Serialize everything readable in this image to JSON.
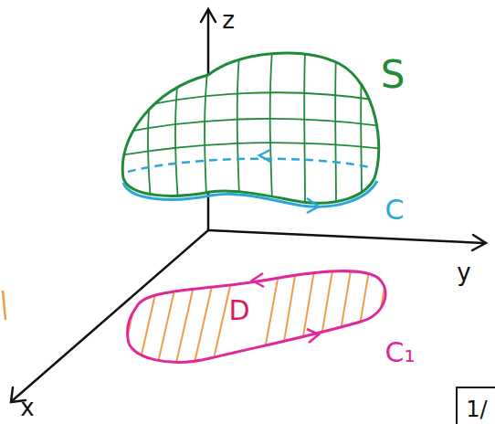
{
  "diagram": {
    "nodes": [
      {
        "text": [
          "D"
        ]
      }
    ],
    "labels": [
      "z",
      "y",
      "x",
      "S",
      "C",
      "C₁",
      "1/"
    ]
  }
}
